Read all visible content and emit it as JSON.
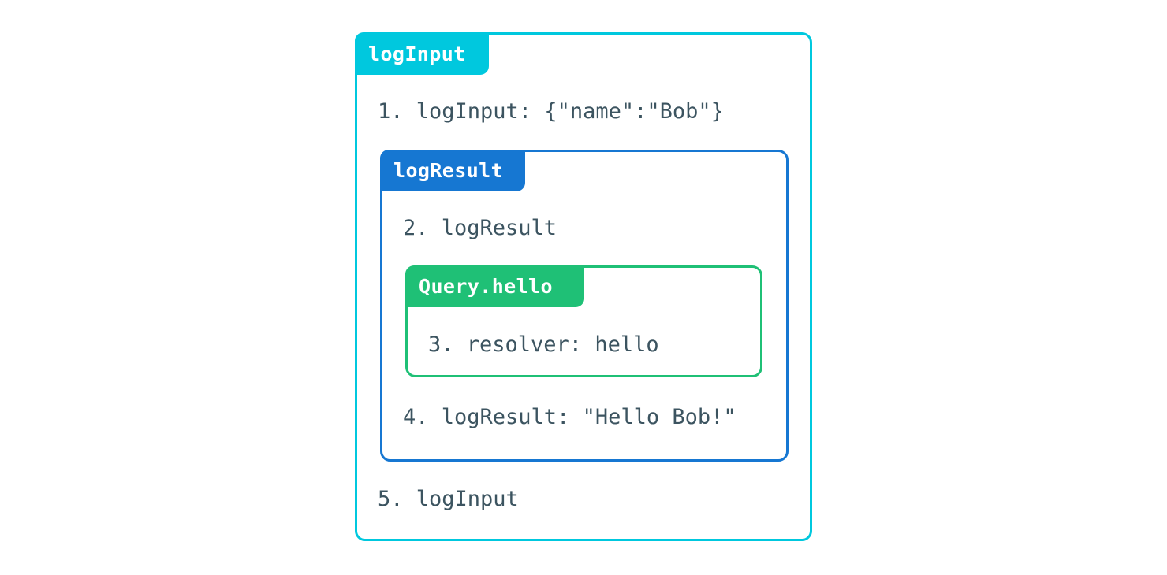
{
  "diagram": {
    "title": "logInput",
    "frames": [
      {
        "id": "outer",
        "label": "logInput",
        "color": "#00c8de",
        "kind": "middleware-frame"
      },
      {
        "id": "middle",
        "label": "logResult",
        "color": "#1677d2",
        "kind": "middleware-frame"
      },
      {
        "id": "inner",
        "label": "Query.hello",
        "color": "#1fc076",
        "kind": "resolver-frame"
      }
    ],
    "steps": [
      {
        "number": "1.",
        "text": "logInput: {\"name\":\"Bob\"}",
        "full": "1. logInput: {\"name\":\"Bob\"}",
        "frame": "outer"
      },
      {
        "number": "2.",
        "text": "logResult",
        "full": "2. logResult",
        "frame": "middle"
      },
      {
        "number": "3.",
        "text": "resolver: hello",
        "full": "3. resolver: hello",
        "frame": "inner"
      },
      {
        "number": "4.",
        "text": "logResult: \"Hello Bob!\"",
        "full": "4. logResult: \"Hello Bob!\"",
        "frame": "middle"
      },
      {
        "number": "5.",
        "text": "logInput",
        "full": "5. logInput",
        "frame": "outer"
      }
    ],
    "colors": {
      "background": "#ffffff",
      "text": "#3c5460",
      "label_text": "#ffffff",
      "outer_border": "#00c8de",
      "middle_border": "#1677d2",
      "inner_border": "#1fc076"
    }
  }
}
